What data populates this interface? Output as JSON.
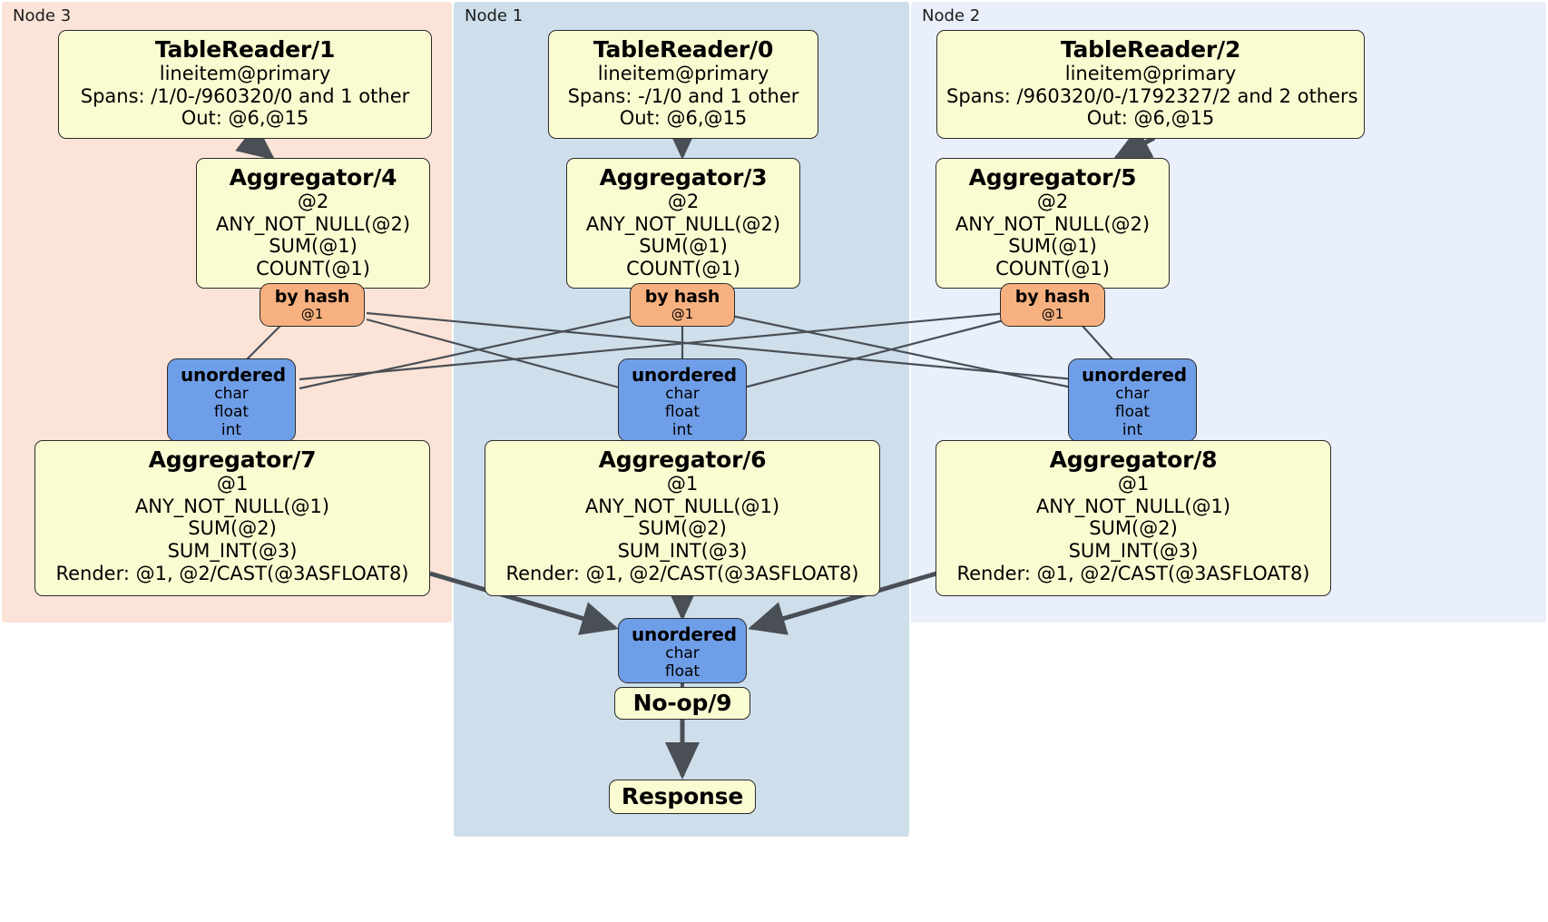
{
  "diagram": {
    "title": "Distributed SQL physical plan",
    "colors": {
      "node3_bg": "#fbe4d7",
      "node1_bg": "#cedfeb",
      "node2_bg": "#eaf0fb",
      "processor_fill": "#fbfbd2",
      "router_fill": "#f7b180",
      "synchronizer_fill": "#6f9ee8",
      "stroke": "#2b2b2b",
      "edge": "#4a4f56"
    }
  },
  "regions": [
    {
      "id": "node3",
      "label": "Node 3"
    },
    {
      "id": "node1",
      "label": "Node 1"
    },
    {
      "id": "node2",
      "label": "Node 2"
    }
  ],
  "nodes": {
    "table_reader_1": {
      "title": "TableReader/1",
      "lines": [
        "lineitem@primary",
        "Spans: /1/0-/960320/0 and 1 other",
        "Out: @6,@15"
      ]
    },
    "table_reader_0": {
      "title": "TableReader/0",
      "lines": [
        "lineitem@primary",
        "Spans: -/1/0 and 1 other",
        "Out: @6,@15"
      ]
    },
    "table_reader_2": {
      "title": "TableReader/2",
      "lines": [
        "lineitem@primary",
        "Spans: /960320/0-/1792327/2 and 2 others",
        "Out: @6,@15"
      ]
    },
    "aggregator_4": {
      "title": "Aggregator/4",
      "lines": [
        "@2",
        "ANY_NOT_NULL(@2)",
        "SUM(@1)",
        "COUNT(@1)"
      ]
    },
    "aggregator_3": {
      "title": "Aggregator/3",
      "lines": [
        "@2",
        "ANY_NOT_NULL(@2)",
        "SUM(@1)",
        "COUNT(@1)"
      ]
    },
    "aggregator_5": {
      "title": "Aggregator/5",
      "lines": [
        "@2",
        "ANY_NOT_NULL(@2)",
        "SUM(@1)",
        "COUNT(@1)"
      ]
    },
    "router_4": {
      "title": "by hash",
      "lines": [
        "@1"
      ]
    },
    "router_3": {
      "title": "by hash",
      "lines": [
        "@1"
      ]
    },
    "router_5": {
      "title": "by hash",
      "lines": [
        "@1"
      ]
    },
    "sync_7": {
      "title": "unordered",
      "lines": [
        "char",
        "float",
        "int"
      ]
    },
    "sync_6": {
      "title": "unordered",
      "lines": [
        "char",
        "float",
        "int"
      ]
    },
    "sync_8": {
      "title": "unordered",
      "lines": [
        "char",
        "float",
        "int"
      ]
    },
    "aggregator_7": {
      "title": "Aggregator/7",
      "lines": [
        "@1",
        "ANY_NOT_NULL(@1)",
        "SUM(@2)",
        "SUM_INT(@3)",
        "Render: @1, @2/CAST(@3ASFLOAT8)"
      ]
    },
    "aggregator_6": {
      "title": "Aggregator/6",
      "lines": [
        "@1",
        "ANY_NOT_NULL(@1)",
        "SUM(@2)",
        "SUM_INT(@3)",
        "Render: @1, @2/CAST(@3ASFLOAT8)"
      ]
    },
    "aggregator_8": {
      "title": "Aggregator/8",
      "lines": [
        "@1",
        "ANY_NOT_NULL(@1)",
        "SUM(@2)",
        "SUM_INT(@3)",
        "Render: @1, @2/CAST(@3ASFLOAT8)"
      ]
    },
    "sync_final": {
      "title": "unordered",
      "lines": [
        "char",
        "float"
      ]
    },
    "noop_9": {
      "title": "No-op/9"
    },
    "response": {
      "title": "Response"
    }
  }
}
